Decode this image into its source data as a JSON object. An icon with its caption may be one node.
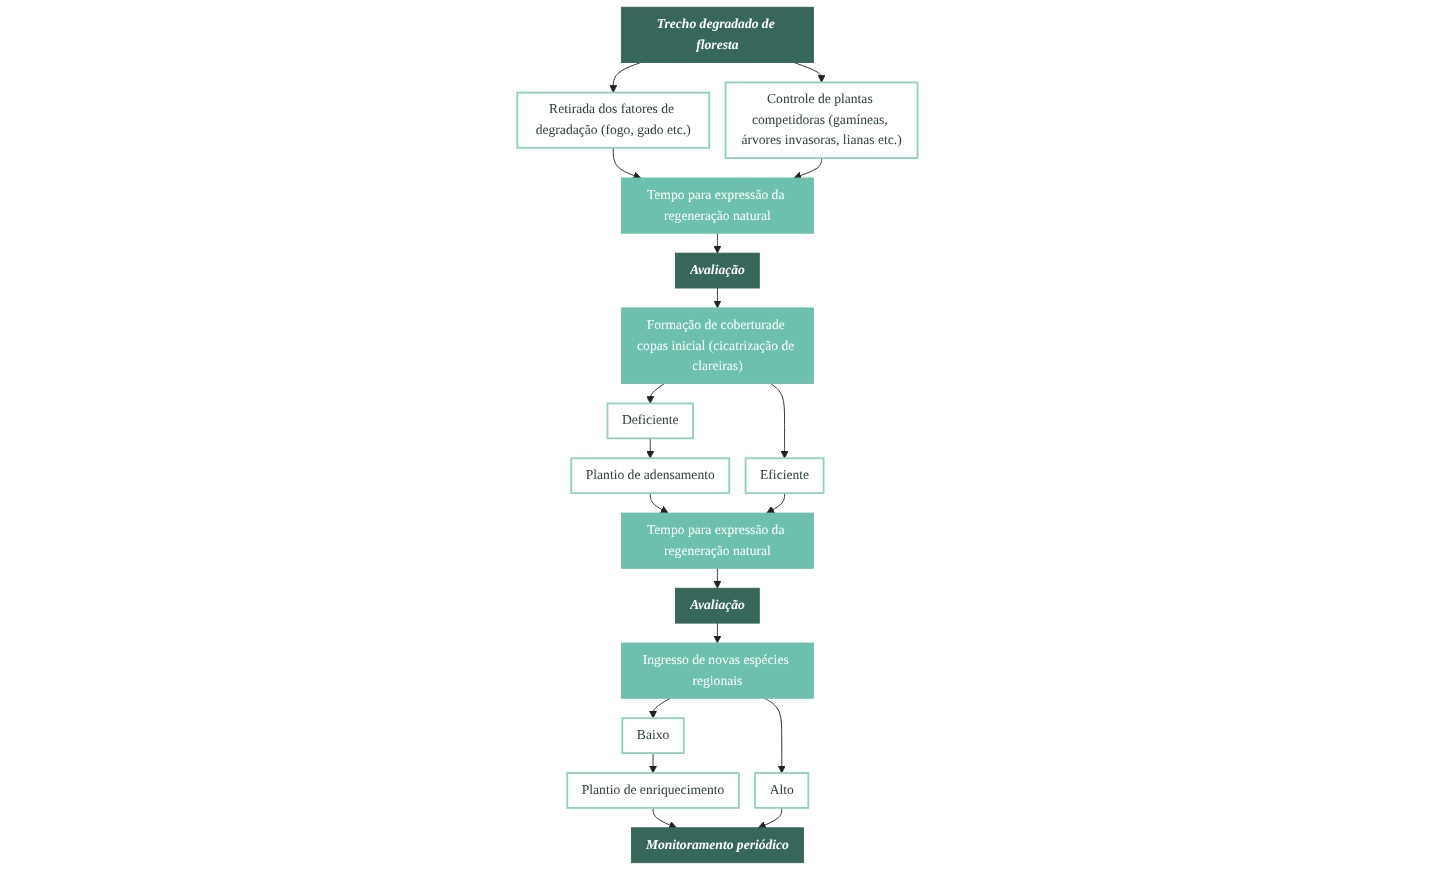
{
  "diagram": {
    "nodes": [
      {
        "text": [
          "Trecho degradado de floresta"
        ]
      },
      {
        "text": [
          "Retirada dos fatores de degradação (fogo, gado etc.)"
        ]
      },
      {
        "text": [
          "Controle de plantas competidoras (gamíneas, árvores invasoras, lianas etc.)"
        ]
      },
      {
        "text": [
          "Tempo para expressão da regeneração natural"
        ]
      },
      {
        "text": [
          "Avaliação"
        ]
      },
      {
        "text": [
          "Deficiente"
        ]
      },
      {
        "text": [
          "Plantio de adensamento"
        ]
      },
      {
        "text": [
          "Formação de coberturade copas inicial (cicatrização de clareiras)"
        ]
      },
      {
        "text": [
          "Eficiente"
        ]
      },
      {
        "text": [
          "Tempo para expressão da regeneração natural"
        ]
      },
      {
        "text": [
          "Avaliação"
        ]
      },
      {
        "text": [
          "Monitoramento periódico"
        ]
      },
      {
        "text": [
          "Plantio de enriquecimento"
        ]
      },
      {
        "text": [
          "Baixo"
        ]
      },
      {
        "text": [
          "Ingresso de novas espécies regionais"
        ]
      },
      {
        "text": [
          "Alto"
        ]
      }
    ],
    "edges": [
      {
        "from": 0,
        "to": 1,
        "arrow": "to"
      },
      {
        "from": 0,
        "to": 2,
        "arrow": "to"
      },
      {
        "from": 1,
        "to": 3,
        "arrow": "to"
      },
      {
        "from": 2,
        "to": 3,
        "arrow": "to"
      },
      {
        "from": 3,
        "to": 4,
        "arrow": "to"
      },
      {
        "from": 4,
        "to": 7,
        "arrow": "to"
      },
      {
        "from": 7,
        "to": 5,
        "arrow": "to"
      },
      {
        "from": 7,
        "to": 8,
        "arrow": "to"
      },
      {
        "from": 5,
        "to": 6,
        "arrow": "to"
      },
      {
        "from": 6,
        "to": 9,
        "arrow": "to"
      },
      {
        "from": 8,
        "to": 9,
        "arrow": "to"
      },
      {
        "from": 9,
        "to": 10,
        "arrow": "to"
      },
      {
        "from": 10,
        "to": 14,
        "arrow": "to"
      },
      {
        "from": 14,
        "to": 13,
        "arrow": "to"
      },
      {
        "from": 14,
        "to": 15,
        "arrow": "to"
      },
      {
        "from": 13,
        "to": 12,
        "arrow": "to"
      },
      {
        "from": 12,
        "to": 11,
        "arrow": "to"
      },
      {
        "from": 15,
        "to": 11,
        "arrow": "to"
      }
    ]
  }
}
